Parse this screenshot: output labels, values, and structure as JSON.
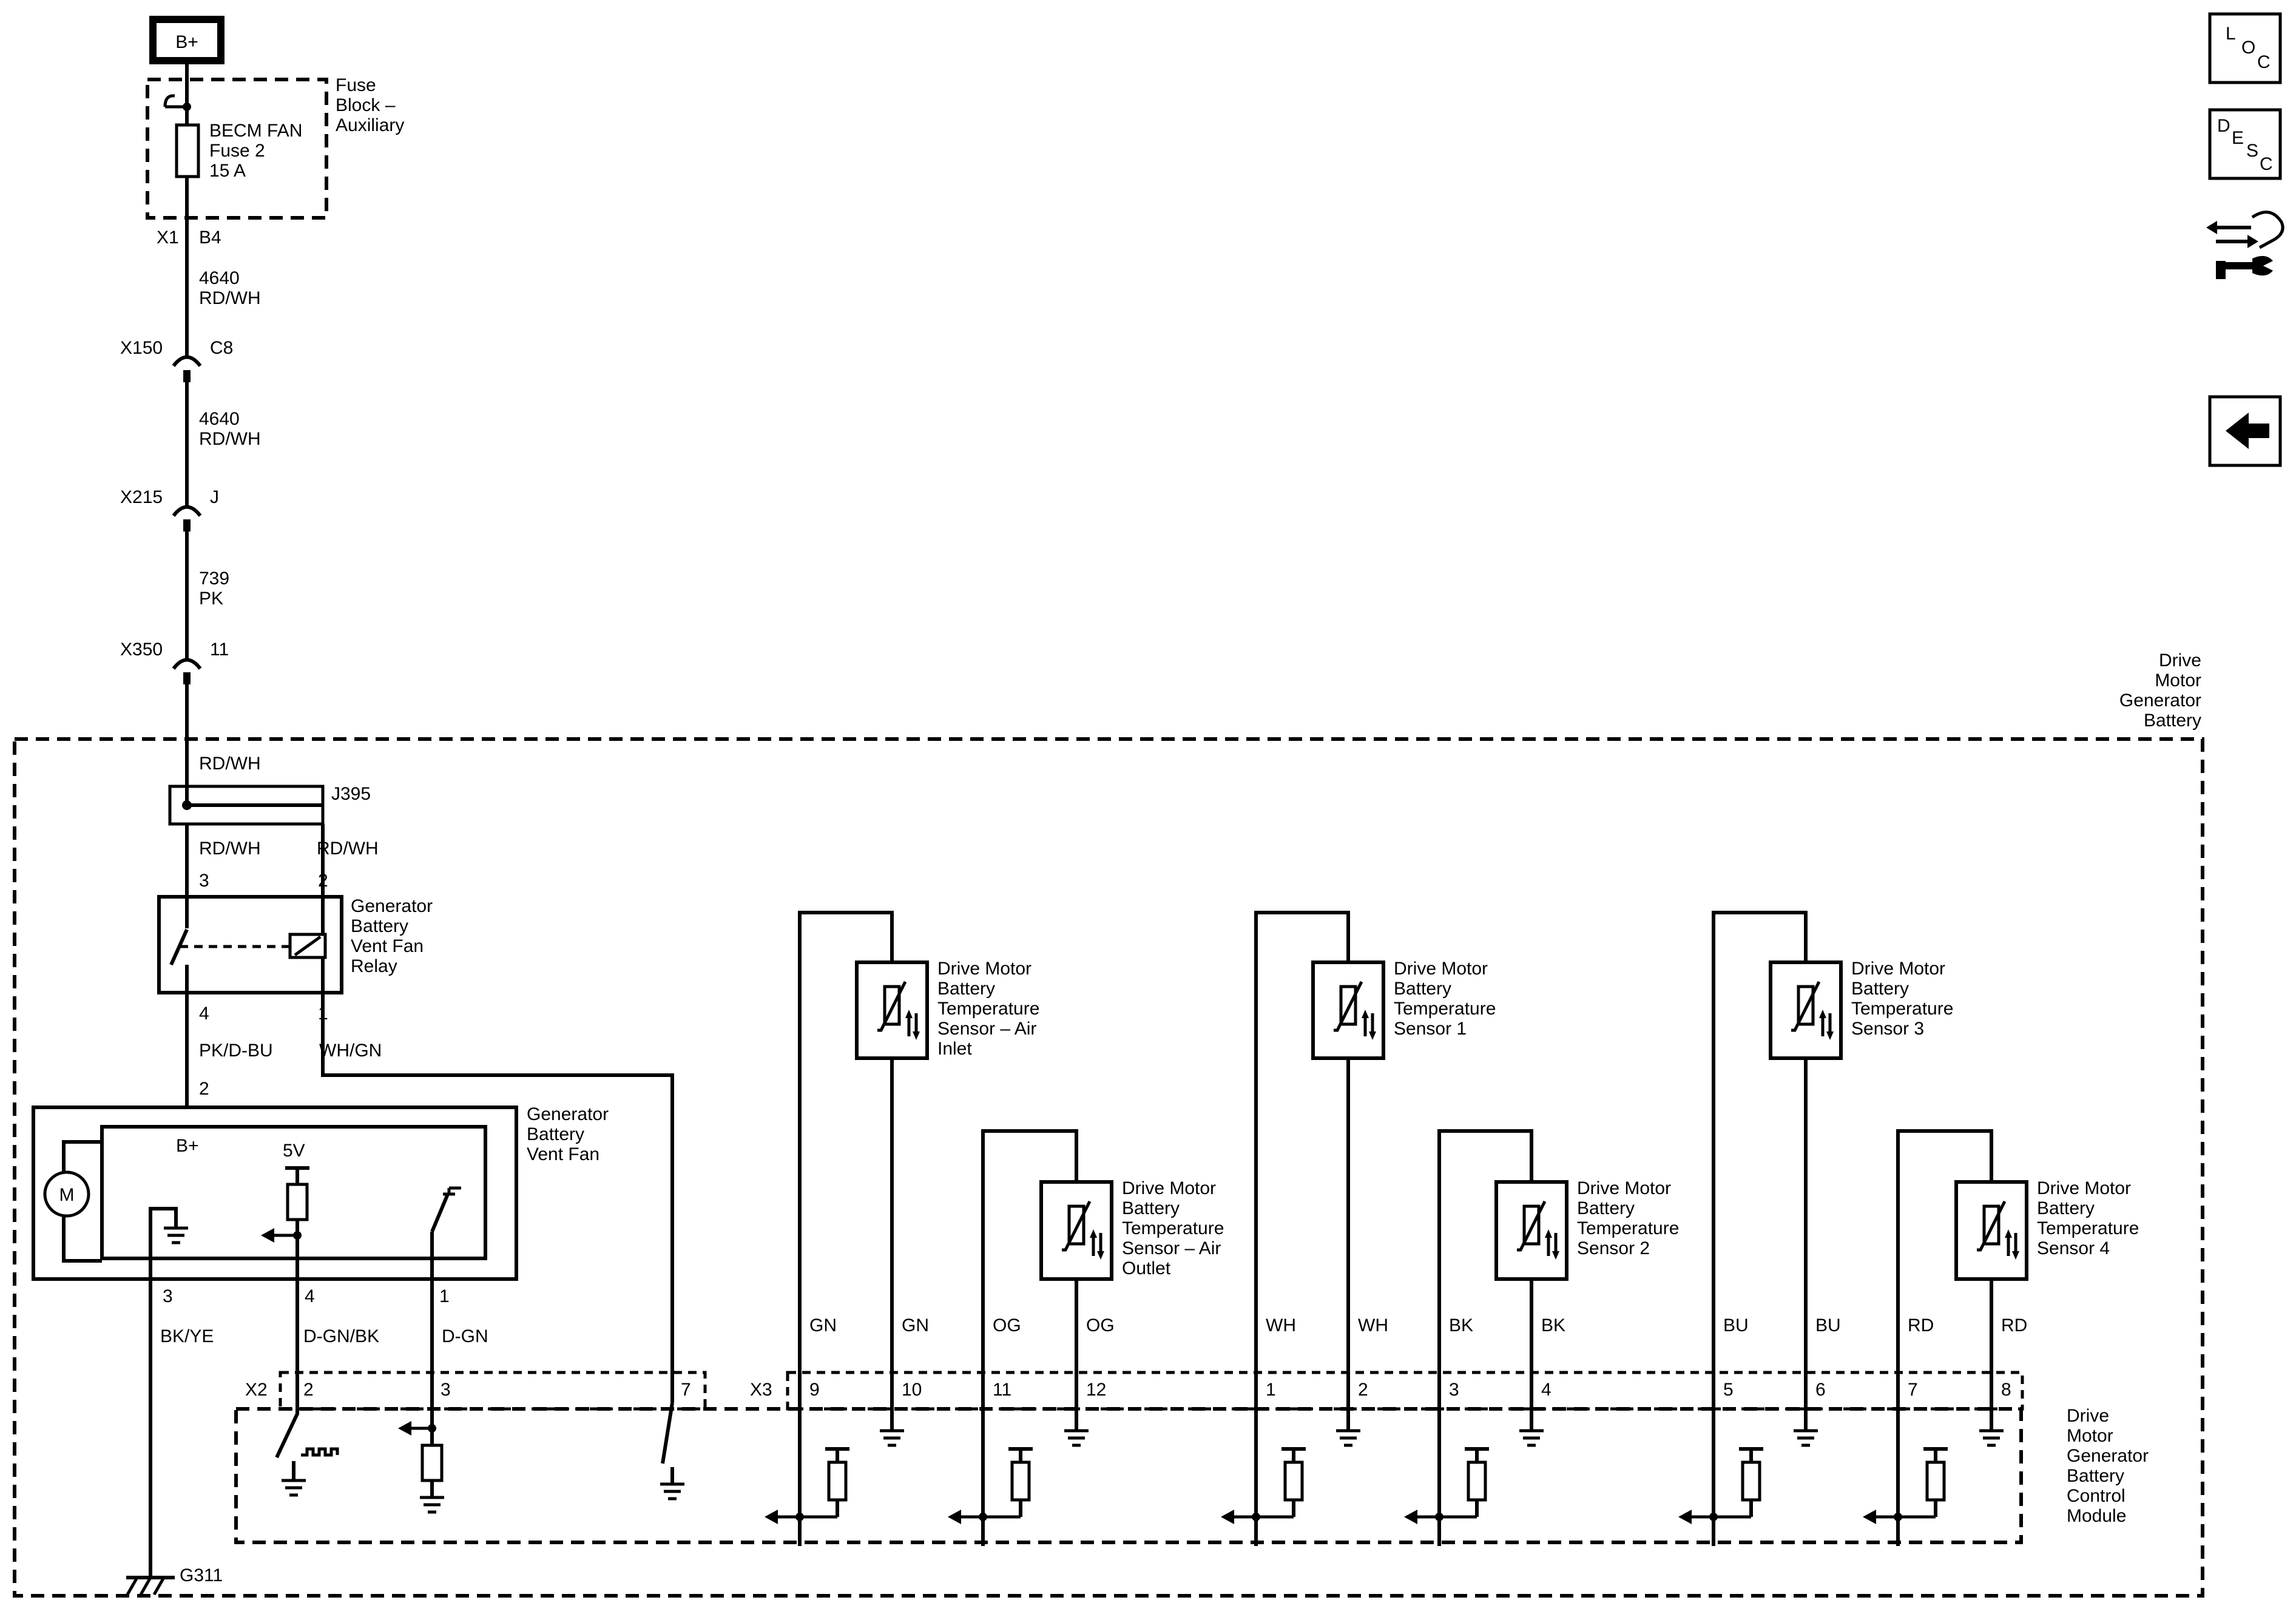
{
  "power": {
    "label": "B+"
  },
  "fuse_block": {
    "name_l1": "Fuse",
    "name_l2": "Block –",
    "name_l3": "Auxiliary",
    "fuse_l1": "BECM FAN",
    "fuse_l2": "Fuse 2",
    "fuse_l3": "15 A"
  },
  "connectors": {
    "x1": {
      "id": "X1",
      "pin": "B4"
    },
    "x150": {
      "id": "X150",
      "pin": "C8"
    },
    "x215": {
      "id": "X215",
      "pin": "J"
    },
    "x350": {
      "id": "X350",
      "pin": "11"
    }
  },
  "wires": {
    "w1": {
      "circuit": "4640",
      "color": "RD/WH"
    },
    "w2": {
      "circuit": "4640",
      "color": "RD/WH"
    },
    "w3": {
      "circuit": "739",
      "color": "PK"
    },
    "w4": {
      "color": "RD/WH"
    },
    "splice_out_a": "RD/WH",
    "splice_out_b": "RD/WH",
    "relay_out_a": "PK/D-BU",
    "relay_out_b": "WH/GN",
    "fan_3": "BK/YE",
    "fan_4": "D-GN/BK",
    "fan_1": "D-GN"
  },
  "battery": {
    "l1": "Drive",
    "l2": "Motor",
    "l3": "Generator",
    "l4": "Battery"
  },
  "splice": {
    "id": "J395"
  },
  "relay": {
    "l1": "Generator",
    "l2": "Battery",
    "l3": "Vent Fan",
    "l4": "Relay",
    "pin_3": "3",
    "pin_2": "2",
    "pin_4": "4",
    "pin_1": "1"
  },
  "fan": {
    "l1": "Generator",
    "l2": "Battery",
    "l3": "Vent Fan",
    "pin_in": "2",
    "bplus": "B+",
    "five_v": "5V",
    "motor": "M",
    "pin_3": "3",
    "pin_4": "4",
    "pin_1": "1"
  },
  "module": {
    "l1": "Drive",
    "l2": "Motor",
    "l3": "Generator",
    "l4": "Battery",
    "l5": "Control",
    "l6": "Module",
    "x2": "X2",
    "x3": "X3",
    "x2_pins": [
      "2",
      "3",
      "7"
    ],
    "x3_pins": [
      "9",
      "10",
      "11",
      "12",
      "1",
      "2",
      "3",
      "4",
      "5",
      "6",
      "7",
      "8"
    ]
  },
  "sensors": [
    {
      "lines": [
        "Drive Motor",
        "Battery",
        "Temperature",
        "Sensor – Air",
        "Inlet"
      ],
      "wire_a": "GN",
      "wire_b": "GN"
    },
    {
      "lines": [
        "Drive Motor",
        "Battery",
        "Temperature",
        "Sensor – Air",
        "Outlet"
      ],
      "wire_a": "OG",
      "wire_b": "OG"
    },
    {
      "lines": [
        "Drive Motor",
        "Battery",
        "Temperature",
        "Sensor 1"
      ],
      "wire_a": "WH",
      "wire_b": "WH"
    },
    {
      "lines": [
        "Drive Motor",
        "Battery",
        "Temperature",
        "Sensor 2"
      ],
      "wire_a": "BK",
      "wire_b": "BK"
    },
    {
      "lines": [
        "Drive Motor",
        "Battery",
        "Temperature",
        "Sensor 3"
      ],
      "wire_a": "BU",
      "wire_b": "BU"
    },
    {
      "lines": [
        "Drive Motor",
        "Battery",
        "Temperature",
        "Sensor 4"
      ],
      "wire_a": "RD",
      "wire_b": "RD"
    }
  ],
  "ground": {
    "id": "G311"
  },
  "side_nav": {
    "loc": {
      "l": "L",
      "o": "O",
      "c": "C"
    },
    "desc": {
      "d": "D",
      "e": "E",
      "s": "S",
      "c": "C"
    },
    "connector_icon": "connector-repair-icon",
    "back_icon": "back-arrow-icon"
  }
}
